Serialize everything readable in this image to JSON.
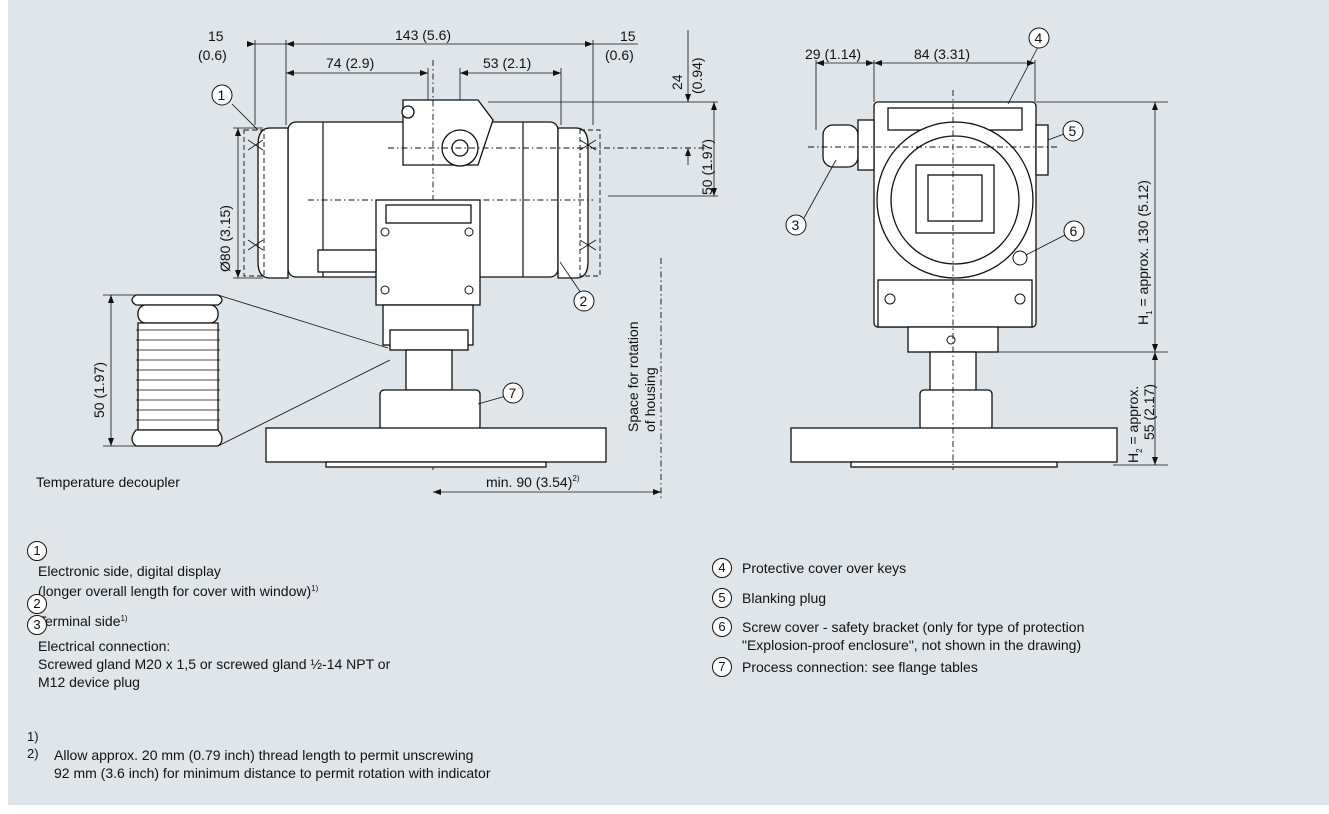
{
  "dims": {
    "top_left_15": "15",
    "top_left_06": "(0.6)",
    "top_143": "143 (5.6)",
    "top_74": "74 (2.9)",
    "top_53": "53 (2.1)",
    "top_right_15": "15",
    "top_right_06": "(0.6)",
    "right_24": "24",
    "right_094": "(0.94)",
    "right_50": "50 (1.97)",
    "dia80": "Ø80 (3.15)",
    "decoupler_50": "50 (1.97)",
    "rotation_label_1": "Space for rotation",
    "rotation_label_2": "of housing",
    "min90": "min. 90 (3.54)",
    "min90_sup": "2)",
    "side_29": "29 (1.14)",
    "side_84": "84 (3.31)",
    "h1": "H",
    "h1_sub": "1",
    "h1_text": " = approx. 130 (5.12)",
    "h2": "H",
    "h2_sub": "2",
    "h2_text": " = approx.",
    "h2_text2": "55 (2.17)"
  },
  "labels": {
    "temperature_decoupler": "Temperature decoupler",
    "callouts": [
      "1",
      "2",
      "3",
      "4",
      "5",
      "6",
      "7"
    ]
  },
  "legend_left": {
    "item1_num": "1",
    "item1_line1": "Electronic side, digital display",
    "item1_line2": "(longer overall length for cover with window)",
    "item1_sup": "1)",
    "item2_num": "2",
    "item2_text": "Terminal side",
    "item2_sup": "1)",
    "item3_num": "3",
    "item3_line1": "Electrical connection:",
    "item3_line2": "Screwed gland M20 x 1,5 or screwed gland ½-14 NPT or",
    "item3_line3": "M12 device plug"
  },
  "legend_right": {
    "item4_num": "4",
    "item4_text": "Protective cover over keys",
    "item5_num": "5",
    "item5_text": "Blanking plug",
    "item6_num": "6",
    "item6_line1": "Screw cover - safety bracket (only for type of protection",
    "item6_line2": "\"Explosion-proof enclosure\", not shown in the drawing)",
    "item7_num": "7",
    "item7_text": "Process connection: see flange tables"
  },
  "footnotes": {
    "fn1_mark": "1)",
    "fn2_mark": "2)",
    "fn1_text": "Allow  approx. 20 mm (0.79 inch) thread length to permit unscrewing",
    "fn2_text": "92 mm (3.6 inch) for minimum distance to permit rotation with indicator"
  },
  "colors": {
    "background": "#dfe5e9",
    "line": "#111111"
  }
}
